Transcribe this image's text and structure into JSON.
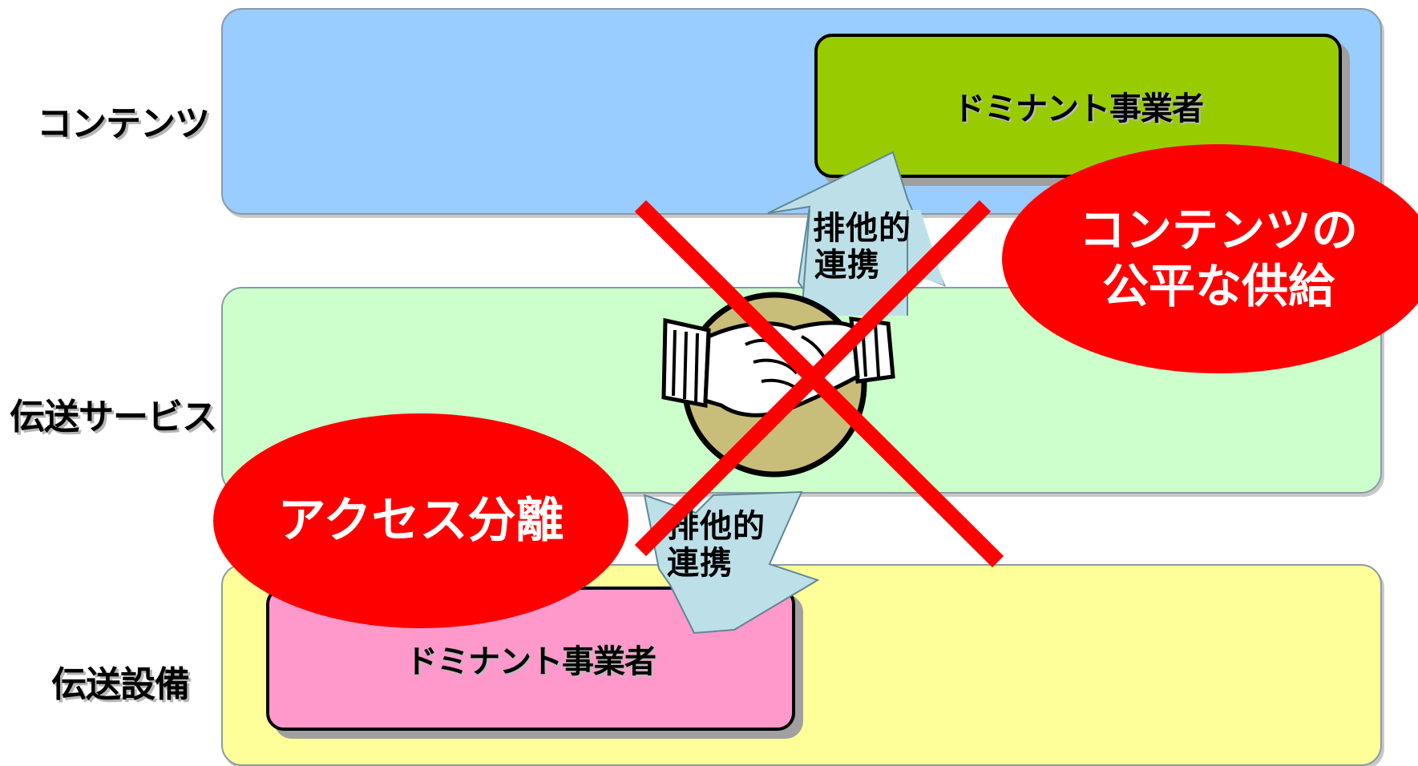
{
  "rows": {
    "content": "コンテンツ",
    "service": "伝送サービス",
    "facility": "伝送設備"
  },
  "boxes": {
    "top": "ドミナント事業者",
    "bottom": "ドミナント事業者"
  },
  "arrows": {
    "top_line1": "排他的",
    "top_line2": "連携",
    "bottom_line1": "排他的",
    "bottom_line2": "連携"
  },
  "callouts": {
    "top_line1": "コンテンツの",
    "top_line2": "公平な供給",
    "bottom": "アクセス分離"
  },
  "colors": {
    "content_layer": "#99ccff",
    "service_layer": "#ccffcc",
    "facility_layer": "#ffff99",
    "top_box": "#99cc00",
    "bottom_box": "#ff99cc",
    "callout": "#ff0000",
    "prohibition_cross": "#ff0000",
    "arrow_fill": "#bde0e8",
    "handshake_circle": "#c9bd7a"
  },
  "icons": {
    "handshake": "handshake-icon",
    "prohibition": "prohibition-cross-icon"
  }
}
